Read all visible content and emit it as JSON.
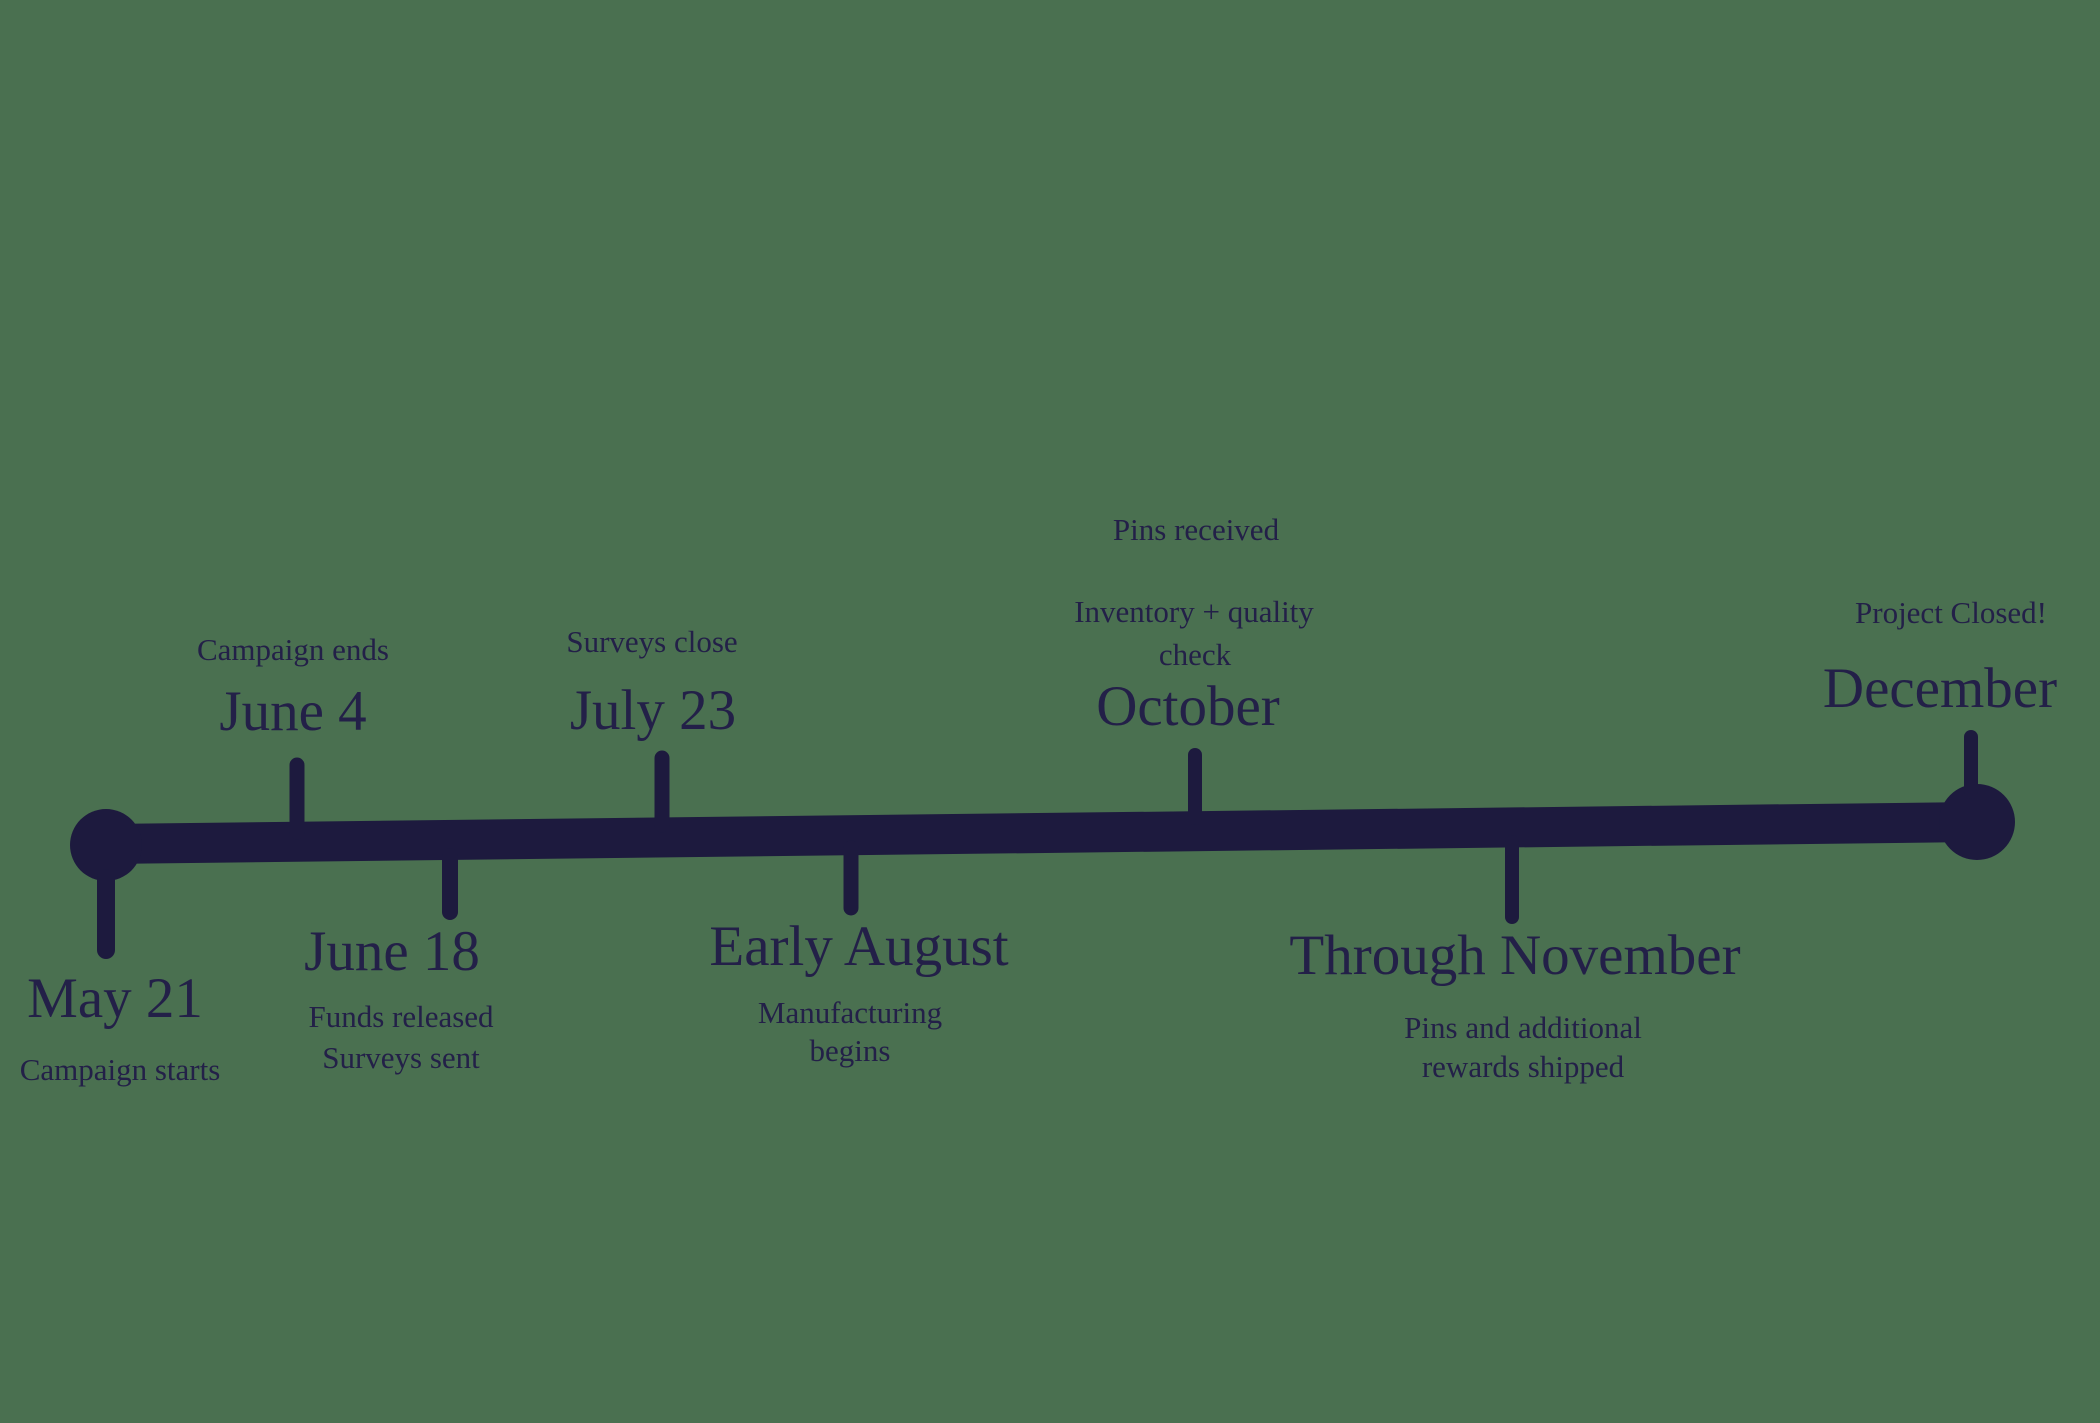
{
  "colors": {
    "background": "#4A7050",
    "ink": "#232048",
    "bar": "#1D1A3E"
  },
  "events": [
    {
      "id": "may-21",
      "side": "below",
      "date": "May 21",
      "captions": [
        "Campaign starts"
      ]
    },
    {
      "id": "june-4",
      "side": "above",
      "date": "June 4",
      "captions": [
        "Campaign ends"
      ]
    },
    {
      "id": "june-18",
      "side": "below",
      "date": "June 18",
      "captions": [
        "Funds released",
        "Surveys sent"
      ]
    },
    {
      "id": "july-23",
      "side": "above",
      "date": "July 23",
      "captions": [
        "Surveys close"
      ]
    },
    {
      "id": "early-august",
      "side": "below",
      "date": "Early August",
      "captions": [
        "Manufacturing",
        "begins"
      ]
    },
    {
      "id": "october",
      "side": "above",
      "date": "October",
      "captions": [
        "Pins received",
        "Inventory + quality",
        "check"
      ]
    },
    {
      "id": "through-november",
      "side": "below",
      "date": "Through November",
      "captions": [
        "Pins and additional",
        "rewards shipped"
      ]
    },
    {
      "id": "december",
      "side": "above",
      "date": "December",
      "captions": [
        "Project Closed!"
      ]
    }
  ]
}
